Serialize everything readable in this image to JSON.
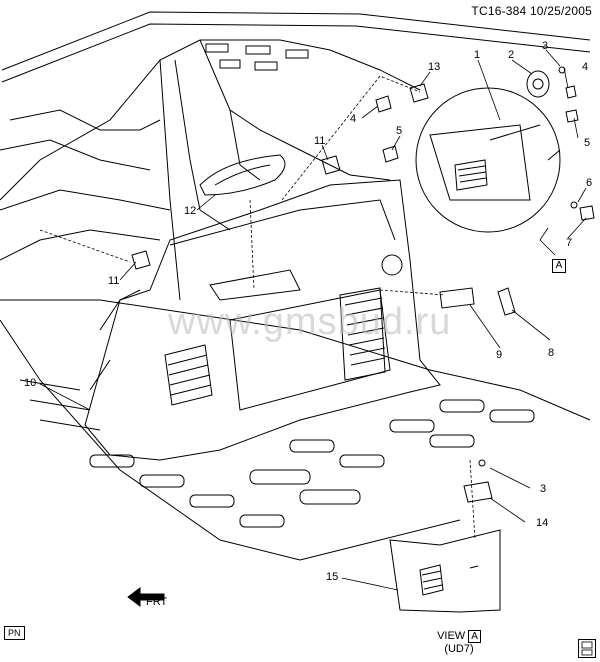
{
  "header": {
    "code": "TC16-384",
    "date": "10/25/2005"
  },
  "watermark": "www.gmsbud.ru",
  "view": {
    "label": "VIEW",
    "letter": "A",
    "variant": "(UD7)"
  },
  "detail_tag": "A",
  "pn_tag": "PN",
  "front_arrow": "FRT",
  "callouts": {
    "c1": "1",
    "c2": "2",
    "c3a": "3",
    "c4a": "4",
    "c4b": "4",
    "c5a": "5",
    "c5b": "5",
    "c6": "6",
    "c7": "7",
    "c8": "8",
    "c9": "9",
    "c10": "10",
    "c11a": "11",
    "c11b": "11",
    "c12": "12",
    "c13": "13",
    "c3b": "3",
    "c14": "14",
    "c15": "15"
  }
}
